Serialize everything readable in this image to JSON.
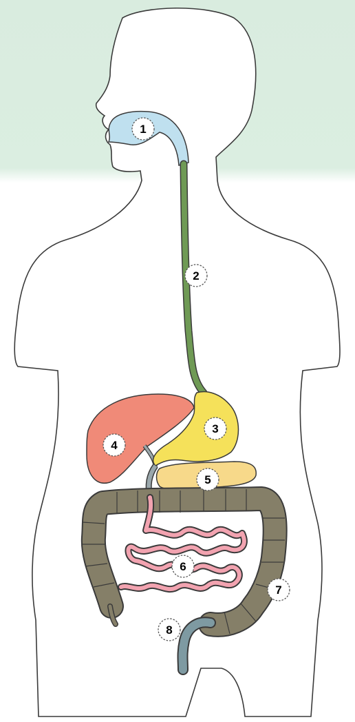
{
  "colors": {
    "background_top": "#d9ecdf",
    "body_fill": "#ffffff",
    "outline": "#3a3a3a",
    "mouth": "#bfe0ef",
    "esophagus": "#6f9a55",
    "stomach": "#f5e15a",
    "liver": "#f08a78",
    "pancreas": "#f7d98a",
    "small_intestine": "#f2a3b0",
    "large_intestine": "#857f68",
    "rectum": "#7e9aa2",
    "duct": "#9aa7ab"
  },
  "labels": [
    {
      "id": "mouth",
      "text": "1"
    },
    {
      "id": "esophagus",
      "text": "2"
    },
    {
      "id": "stomach",
      "text": "3"
    },
    {
      "id": "liver",
      "text": "4"
    },
    {
      "id": "pancreas",
      "text": "5"
    },
    {
      "id": "small-intestine",
      "text": "6"
    },
    {
      "id": "large-intestine",
      "text": "7"
    },
    {
      "id": "rectum",
      "text": "8"
    }
  ]
}
